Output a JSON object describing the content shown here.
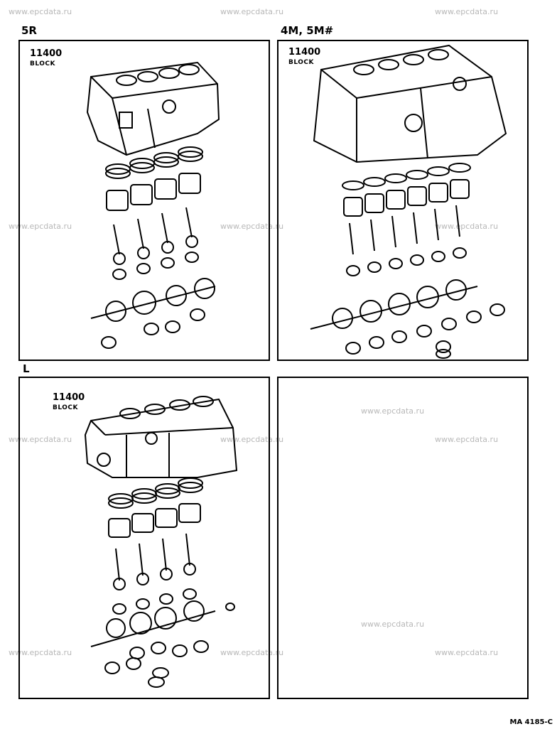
{
  "watermark": "www.epcdata.ru",
  "panels": [
    {
      "variant": "5R",
      "part_number": "11400",
      "part_name": "BLOCK"
    },
    {
      "variant": "4M, 5M#",
      "part_number": "11400",
      "part_name": "BLOCK"
    },
    {
      "variant": "L",
      "part_number": "11400",
      "part_name": "BLOCK"
    },
    {
      "variant": "",
      "part_number": "",
      "part_name": ""
    }
  ],
  "diagram_code": "MA 4185-C"
}
